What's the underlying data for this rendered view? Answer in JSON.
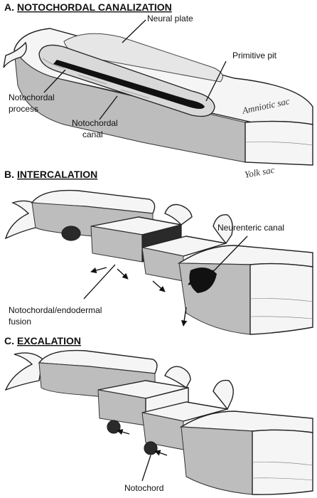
{
  "panels": {
    "a": {
      "letter": "A.",
      "title": "NOTOCHORDAL CANALIZATION",
      "labels": {
        "neural_plate": "Neural plate",
        "primitive_pit": "Primitive pit",
        "notochordal_process_1": "Notochordal",
        "notochordal_process_2": "process",
        "notochordal_canal_1": "Notochordal",
        "notochordal_canal_2": "canal",
        "amniotic_sac": "Amniotic sac",
        "yolk_sac": "Yolk sac"
      }
    },
    "b": {
      "letter": "B.",
      "title": "INTERCALATION",
      "labels": {
        "neurenteric_canal": "Neurenteric canal",
        "fusion_1": "Notochordal/endodermal",
        "fusion_2": "fusion"
      }
    },
    "c": {
      "letter": "C.",
      "title": "EXCALATION",
      "labels": {
        "notochord": "Notochord"
      }
    }
  }
}
